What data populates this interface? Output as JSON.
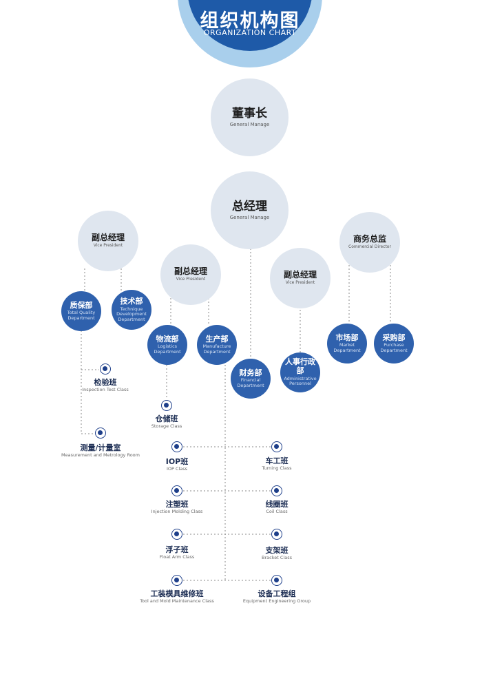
{
  "header": {
    "title": "组织机构图",
    "subtitle": "ORGANIZATION CHART"
  },
  "colors": {
    "header_outer": "#a9cfec",
    "header_inner": "#1e5aa8",
    "node_light": "#dfe6ef",
    "node_dark": "#2f61ad",
    "dot": "#1e3f8a",
    "connector": "#888888"
  },
  "nodes": {
    "chairman": {
      "cn": "董事长",
      "en": "General Manage"
    },
    "general_manager": {
      "cn": "总经理",
      "en": "General Manage"
    },
    "vp_left": {
      "cn": "副总经理",
      "en": "Vice President"
    },
    "vp_center": {
      "cn": "副总经理",
      "en": "Vice President"
    },
    "vp_right": {
      "cn": "副总经理",
      "en": "Vice President"
    },
    "commercial_director": {
      "cn": "商务总监",
      "en": "Commercial Director"
    },
    "quality_dept": {
      "cn": "质保部",
      "en": "Total Quality Department"
    },
    "tech_dept": {
      "cn": "技术部",
      "en": "Technique Development Department"
    },
    "logistics_dept": {
      "cn": "物流部",
      "en": "Logistics Department"
    },
    "manufacture_dept": {
      "cn": "生产部",
      "en": "Manufacture Department"
    },
    "finance_dept": {
      "cn": "财务部",
      "en": "Financial Department"
    },
    "admin_dept": {
      "cn": "人事行政部",
      "en": "Administrative Personnel"
    },
    "market_dept": {
      "cn": "市场部",
      "en": "Market Department"
    },
    "purchase_dept": {
      "cn": "采购部",
      "en": "Purchase Department"
    }
  },
  "classes": {
    "inspection": {
      "cn": "检验班",
      "en": "Inspection Test Class"
    },
    "storage": {
      "cn": "仓储班",
      "en": "Storage Class"
    },
    "metrology": {
      "cn": "测量/计量室",
      "en": "Measurement and Metrology Room"
    },
    "iop": {
      "cn": "IOP班",
      "en": "IOP Class"
    },
    "turning": {
      "cn": "车工班",
      "en": "Turning Class"
    },
    "injection": {
      "cn": "注塑班",
      "en": "Injection Molding Class"
    },
    "coil": {
      "cn": "线圈班",
      "en": "Coil Class"
    },
    "float_arm": {
      "cn": "浮子班",
      "en": "Float Arm Class"
    },
    "bracket": {
      "cn": "支架班",
      "en": "Bracket Class"
    },
    "tool_mold": {
      "cn": "工装模具维修班",
      "en": "Tool and Mold Maintenance Class"
    },
    "equipment": {
      "cn": "设备工程组",
      "en": "Equipment Engineering Group"
    }
  }
}
